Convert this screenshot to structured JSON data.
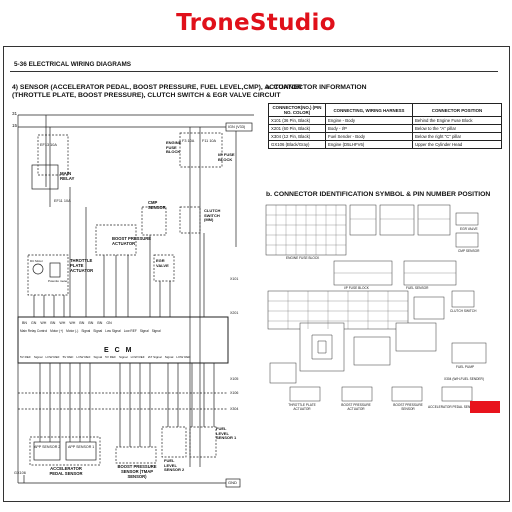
{
  "brand": {
    "title": "TroneStudio",
    "color": "#e0101a"
  },
  "page": {
    "header": "5-36   ELECTRICAL WIRING DIAGRAMS",
    "section_title_line1": "4) SENSOR (ACCELERATOR PEDAL, BOOST PRESSURE, FUEL LEVEL,CMP), ACTUATOR",
    "section_title_line2": "(THROTTLE PLATE, BOOST PRESSURE), CLUTCH SWITCH & EGR VALVE CIRCUIT"
  },
  "connector_info": {
    "title": "a. CONNECTOR INFORMATION",
    "headers": [
      "CONNECTOR(NO.) (PIN NO. COLOR)",
      "CONNECTING, WIRING HARNESS",
      "CONNECTOR POSITION"
    ],
    "rows": [
      [
        "X101 (36 Pin, Black)",
        "Engine - Body",
        "Behind the Engine Fuse Block"
      ],
      [
        "X201 (60 Pin, Black)",
        "Body - I/P",
        "Below to the \"A\" pillar"
      ],
      [
        "X304 (12 Pin, Black)",
        "Fuel Sender - Body",
        "Below the right \"C\" pillar"
      ],
      [
        "GX106 (Black/Gray)",
        "Engine (D5LHFV6)",
        "Upper the Cylinder Head"
      ]
    ]
  },
  "connector_id": {
    "title": "b. CONNECTOR IDENTIFICATION SYMBOL & PIN NUMBER POSITION",
    "labels": {
      "egr_valve": "EGR VALVE",
      "cmp_sensor": "CMP SENSOR",
      "engine_fuse_block": "ENGINE FUSE BLOCK",
      "ip_fuse_block": "I/P FUSE BLOCK",
      "fuel_sensor": "FUEL SENSOR",
      "clutch_switch": "CLUTCH SWITCH",
      "fuel_pump": "FUEL PUMP",
      "x304": "X304 (W/H-FUEL SENDER)",
      "throttle_actuator": "THROTTLE PLATE ACTUATOR",
      "boost_actuator": "BOOST PRESSURE ACTUATOR",
      "boost_sensor": "BOOST PRESSURE SENSOR",
      "app_sensor": "ACCELERATOR PEDAL SENSOR"
    },
    "highlight_color": "#e8131c"
  },
  "diagram": {
    "rails": {
      "r31": "31",
      "r15": "15",
      "ign": "IGN (V33)"
    },
    "fuses": {
      "ef13": "EF13 10A",
      "ef11": "EF11 10A",
      "f3": "F3 10A",
      "f11": "F11 10A"
    },
    "fuse_block_label": "ENGINE FUSE BLOCK",
    "ip_fuse_label": "I/P FUSE BLOCK",
    "main_relay": "MAIN RELAY",
    "throttle_actuator": "THROTTLE PLATE ACTUATOR",
    "throttle_motor": "DC Motor",
    "throttle_pot": "Potentio meter",
    "boost_actuator": "BOOST PRESSURE ACTUATOR",
    "cmp_sensor": "CMP SENSOR",
    "egr_valve": "EGR VALVE",
    "clutch_switch": "CLUTCH SWITCH (MM)",
    "ecm": "E C M",
    "ecm_top_pins": [
      "BN",
      "GN",
      "WH",
      "BN",
      "WH",
      "WH",
      "BN",
      "BN",
      "BN",
      "GN"
    ],
    "ecm_top_funcs": [
      "Main Relay Control",
      "Motor (+)",
      "Motor (-)",
      "Signal",
      "Signal",
      "Low Signal",
      "Low REF",
      "Signal",
      "Signal"
    ],
    "ecm_bottom_funcs": [
      "5V REF",
      "Signal",
      "LOW REF",
      "5V REF",
      "LOW REF",
      "Signal",
      "5V REF",
      "Signal",
      "LOW REF",
      "IAT Signal",
      "Signal",
      "LOW REF"
    ],
    "app1": "APP SENSOR 1",
    "app2": "APP SENSOR 2",
    "app_label": "ACCELERATOR PEDAL SENSOR",
    "boost_sensor": "BOOST PRESSURE SENSOR (TMAP SENSOR)",
    "fuel2": "FUEL LEVEL SENSOR 2",
    "fuel1": "FUEL LEVEL SENSOR 1",
    "gx106": "GX106",
    "gnd": "GND",
    "conn_codes": [
      "X101",
      "X201",
      "X304",
      "X106",
      "X105"
    ]
  }
}
